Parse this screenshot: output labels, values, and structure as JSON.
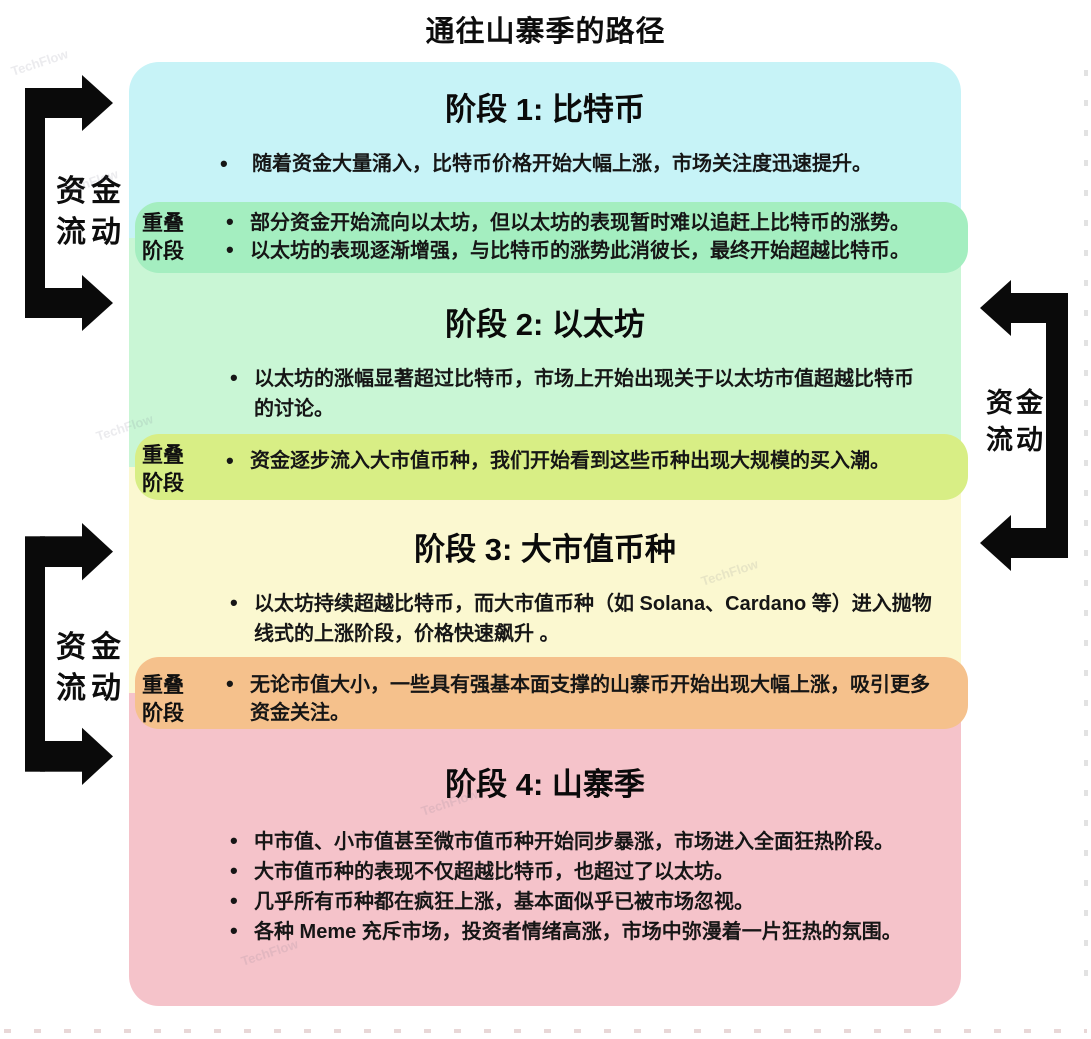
{
  "title": "通往山寨季的路径",
  "flow": {
    "line1": "资金",
    "line2": "流动"
  },
  "overlap_label": {
    "line1": "重叠",
    "line2": "阶段"
  },
  "stages": [
    {
      "title": "阶段 1: 比特币",
      "bullets": [
        "随着资金大量涌入，比特币价格开始大幅上涨，市场关注度迅速提升。"
      ]
    },
    {
      "title": "阶段 2: 以太坊",
      "bullets": [
        "以太坊的涨幅显著超过比特币，市场上开始出现关于以太坊市值超越比特币的讨论。"
      ]
    },
    {
      "title": "阶段 3: 大市值币种",
      "bullets": [
        "以太坊持续超越比特币，而大市值币种（如 Solana、Cardano 等）进入抛物线式的上涨阶段，价格快速飙升 。"
      ]
    },
    {
      "title": "阶段 4: 山寨季",
      "bullets": [
        "中市值、小市值甚至微市值币种开始同步暴涨，市场进入全面狂热阶段。",
        "大市值币种的表现不仅超越比特币，也超过了以太坊。",
        "几乎所有币种都在疯狂上涨，基本面似乎已被市场忽视。",
        "各种 Meme 充斥市场，投资者情绪高涨，市场中弥漫着一片狂热的氛围。"
      ]
    }
  ],
  "overlaps": [
    {
      "bullets": [
        "部分资金开始流向以太坊，但以太坊的表现暂时难以追赶上比特币的涨势。",
        "以太坊的表现逐渐增强，与比特币的涨势此消彼长，最终开始超越比特币。"
      ]
    },
    {
      "bullets": [
        "资金逐步流入大市值币种，我们开始看到这些币种出现大规模的买入潮。"
      ]
    },
    {
      "bullets": [
        "无论市值大小，一些具有强基本面支撑的山寨币开始出现大幅上涨，吸引更多资金关注。"
      ]
    }
  ],
  "watermark": "TechFlow",
  "colors": {
    "stage1": "#c7f3f7",
    "stage2": "#c9f6d5",
    "stage3": "#fbf8d0",
    "stage4": "#f5c3ca",
    "overlap1": "#a4eec0",
    "overlap2": "#d8ee85",
    "overlap3": "#f5c18c",
    "arrow": "#0a0a0a",
    "text": "#141414"
  }
}
